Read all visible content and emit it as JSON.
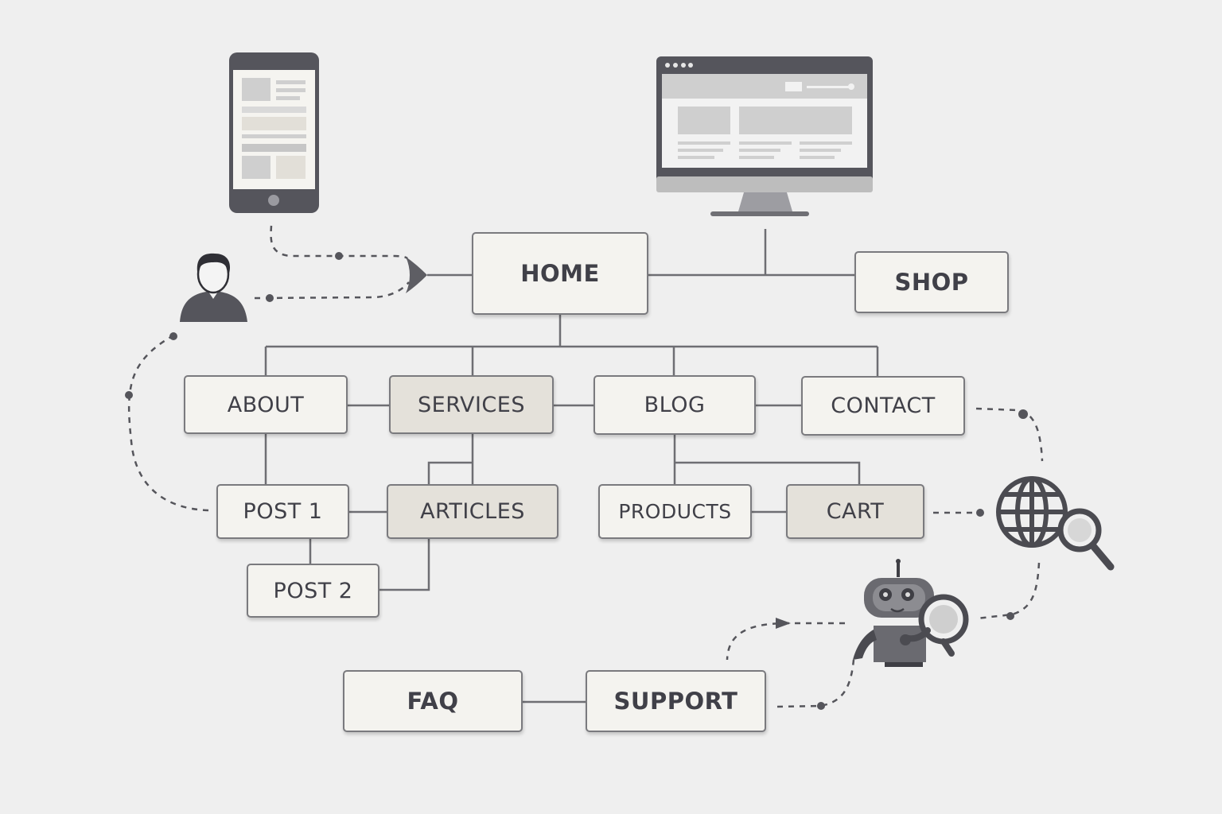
{
  "nodes": {
    "home": "HOME",
    "shop": "SHOP",
    "about": "ABOUT",
    "services": "SERVICES",
    "blog": "BLOG",
    "contact": "CONTACT",
    "post1": "POST 1",
    "articles": "ARTICLES",
    "products": "PRODUCTS",
    "cart": "CART",
    "post2": "POST 2",
    "faq": "FAQ",
    "support": "SUPPORT"
  },
  "icons": [
    "smartphone-icon",
    "desktop-monitor-icon",
    "user-icon",
    "globe-search-icon",
    "robot-search-icon"
  ],
  "colors": {
    "background": "#efefef",
    "box_fill": "#f4f3ef",
    "box_fill_shaded": "#e4e1da",
    "box_border": "#7a7a7e",
    "connector": "#6e6e73",
    "dashed": "#55555b",
    "text": "#404048"
  }
}
